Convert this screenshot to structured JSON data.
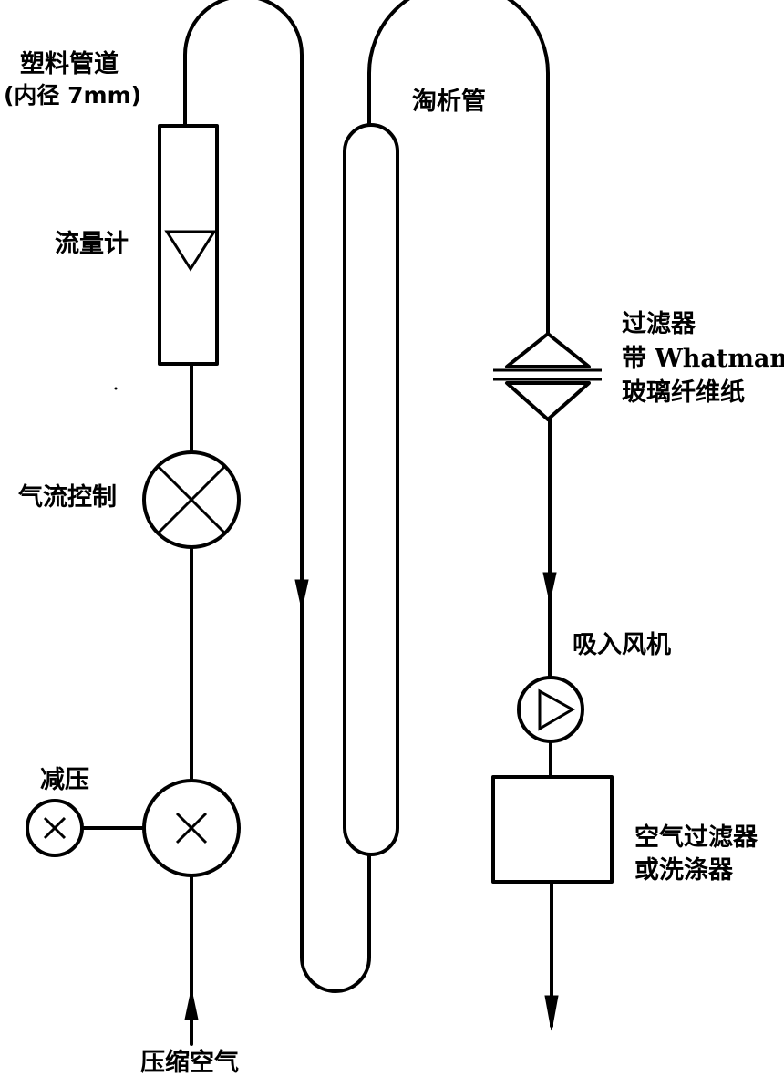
{
  "labels": {
    "plastic_pipe": "塑料管道",
    "inner_diameter": "(内径 7mm)",
    "flowmeter": "流量计",
    "airflow_control": "气流控制",
    "pressure_reduction": "减压",
    "compressed_air": "压缩空气",
    "elutriator_tube": "淘析管",
    "filter_line1": "过滤器",
    "filter_line2": "带 Whatman",
    "filter_line3": "玻璃纤维纸",
    "suction_fan": "吸入风机",
    "air_filter_line1": "空气过滤器",
    "air_filter_line2": "或洗涤器"
  }
}
